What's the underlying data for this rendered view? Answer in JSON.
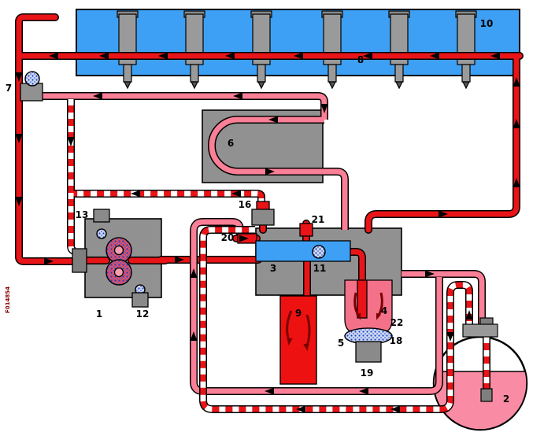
{
  "diagram": {
    "part_code": "F014854",
    "labels": {
      "n1": "1",
      "n2": "2",
      "n3": "3",
      "n4": "4",
      "n5": "5",
      "n6": "6",
      "n7": "7",
      "n8": "8",
      "n9": "9",
      "n10": "10",
      "n11": "11",
      "n12": "12",
      "n13": "13",
      "n16": "16",
      "n18": "18",
      "n19": "19",
      "n20": "20",
      "n21": "21",
      "n22": "22"
    },
    "colors": {
      "supply_red": "#e81417",
      "return_pink": "#fb7f96",
      "suction_dashed_red_white": "#e81417",
      "gallery_blue": "#3da0f4",
      "component_gray": "#919191",
      "tank_fuel_pink": "#f98ca4",
      "flow_arrow": "#000000",
      "internal_flow_arrow": "#7a0000"
    }
  }
}
